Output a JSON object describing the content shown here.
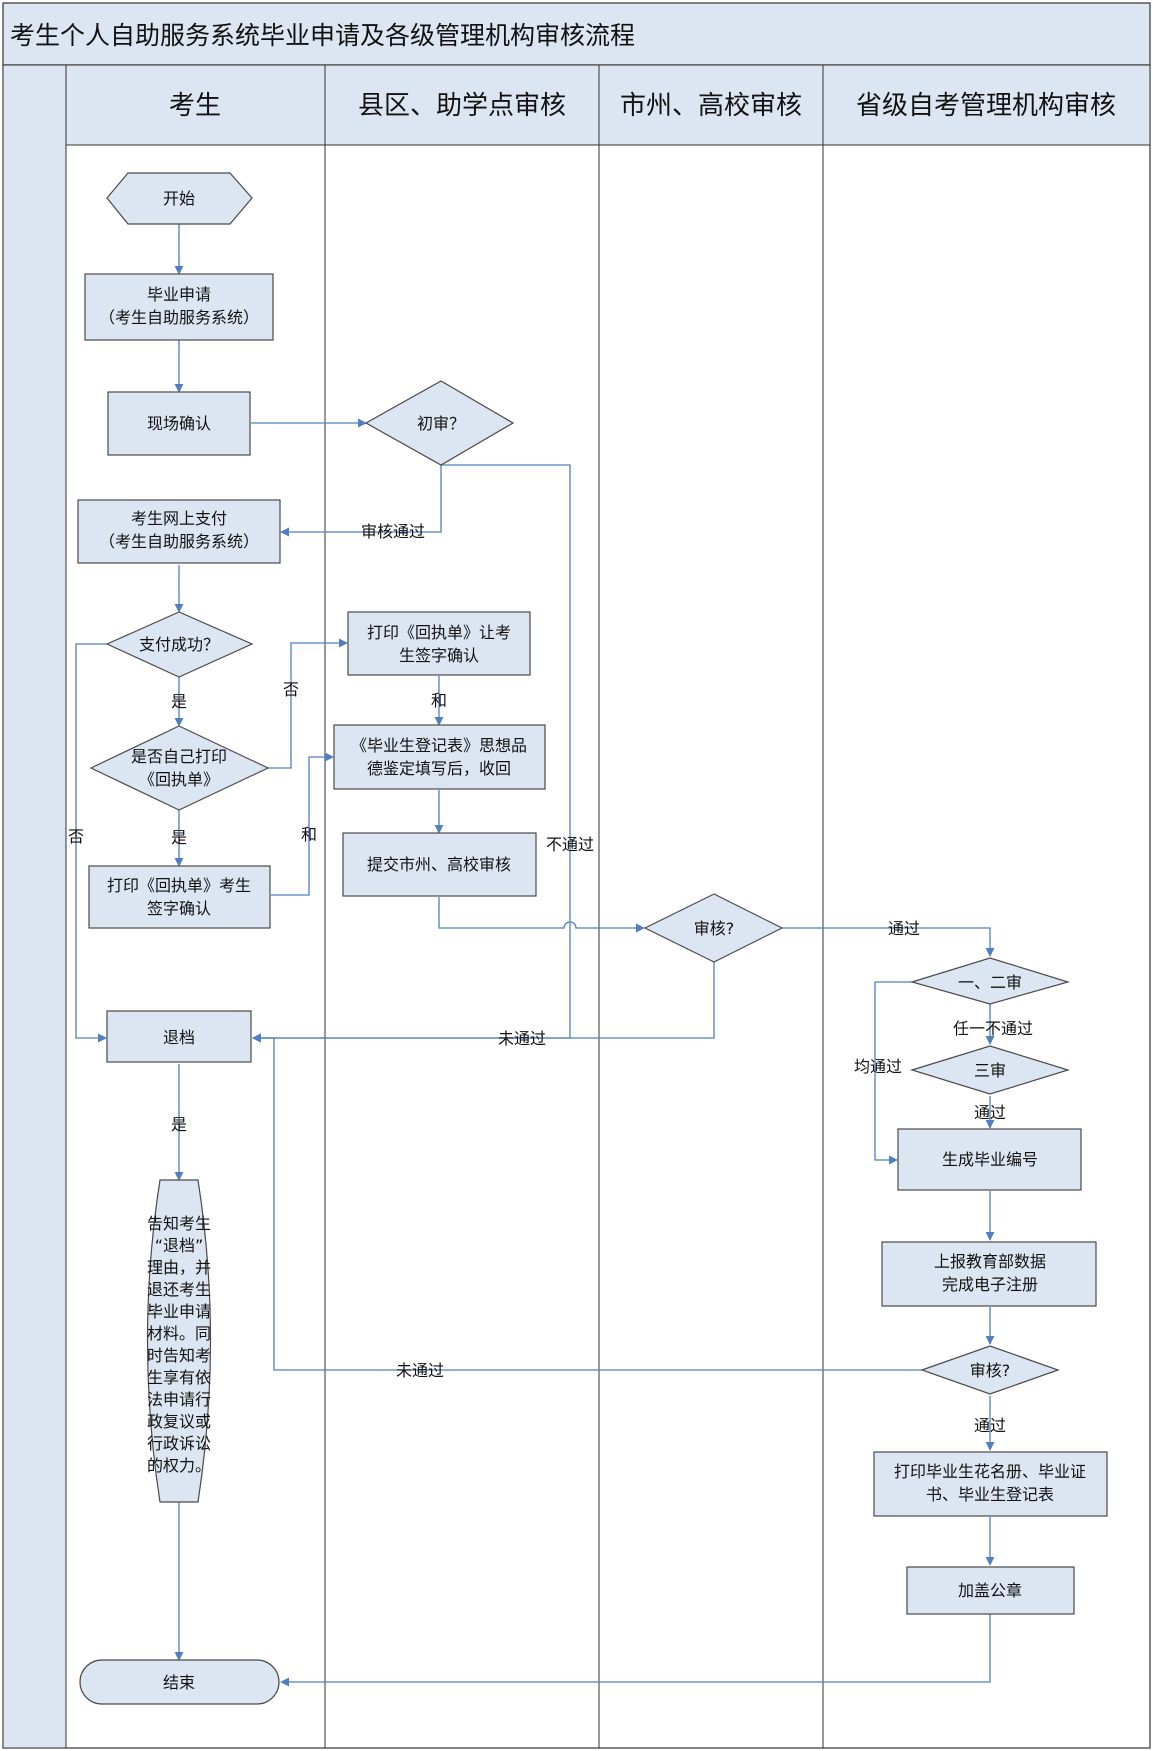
{
  "title": "考生个人自助服务系统毕业申请及各级管理机构审核流程",
  "lanes": [
    "考生",
    "县区、助学点审核",
    "市州、高校审核",
    "省级自考管理机构审核"
  ],
  "nodes": {
    "start": "开始",
    "apply": [
      "毕业申请",
      "（考生自助服务系统）"
    ],
    "confirm": "现场确认",
    "first_review": "初审？",
    "pay": [
      "考生网上支付",
      "（考生自助服务系统）"
    ],
    "pay_ok": "支付成功？",
    "self_print": [
      "是否自己打印",
      "《回执单》"
    ],
    "print_receipt_student": [
      "打印《回执单》考生",
      "签字确认"
    ],
    "refund": "退档",
    "notify": [
      "告知考生",
      "“退档”",
      "理由，并",
      "退还考生",
      "毕业申请",
      "材料。同",
      "时告知考",
      "生享有依",
      "法申请行",
      "政复议或",
      "行政诉讼",
      "的权力。"
    ],
    "end": "结束",
    "print_receipt_county": [
      "打印《回执单》让考",
      "生签字确认"
    ],
    "register_form": [
      "《毕业生登记表》思想品",
      "德鉴定填写后，收回"
    ],
    "submit_city": "提交市州、高校审核",
    "city_review": "审核?",
    "review12": "一、二审",
    "review3": "三审",
    "gen_number": "生成毕业编号",
    "report_moe": [
      "上报教育部数据",
      "完成电子注册"
    ],
    "final_review": "审核?",
    "print_roster": [
      "打印毕业生花名册、毕业证",
      "书、毕业生登记表"
    ],
    "seal": "加盖公章"
  },
  "edge_labels": {
    "passed_review": "审核通过",
    "not_passed_first": "不通过",
    "no_pay": "否",
    "yes_pay": "是",
    "no_print": "否",
    "yes_print": "是",
    "and1": "和",
    "and2": "和",
    "not_passed_city": "未通过",
    "passed_city": "通过",
    "any_fail": "任一不通过",
    "all_pass": "均通过",
    "passed_three": "通过",
    "refund_yes": "是",
    "not_passed_final": "未通过",
    "passed_final": "通过"
  },
  "colors": {
    "fill": "#dce6f2",
    "stroke": "#4a4a4a",
    "arrow": "#4f7fc0",
    "title_bg": "#dce6f2"
  }
}
